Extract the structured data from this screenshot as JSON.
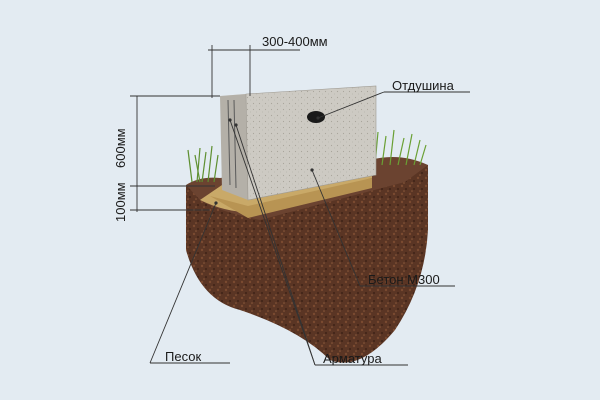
{
  "labels": {
    "width": "300-400мм",
    "vent": "Отдушина",
    "height_wall": "600мм",
    "height_sand": "100мм",
    "concrete": "Бетон М300",
    "sand": "Песок",
    "rebar": "Арматура"
  },
  "colors": {
    "background": "#e3ebf2",
    "concrete": "#c9c6bf",
    "sand": "#c9a968",
    "soil": "#5a3524",
    "grass": "#6a9a3a"
  }
}
